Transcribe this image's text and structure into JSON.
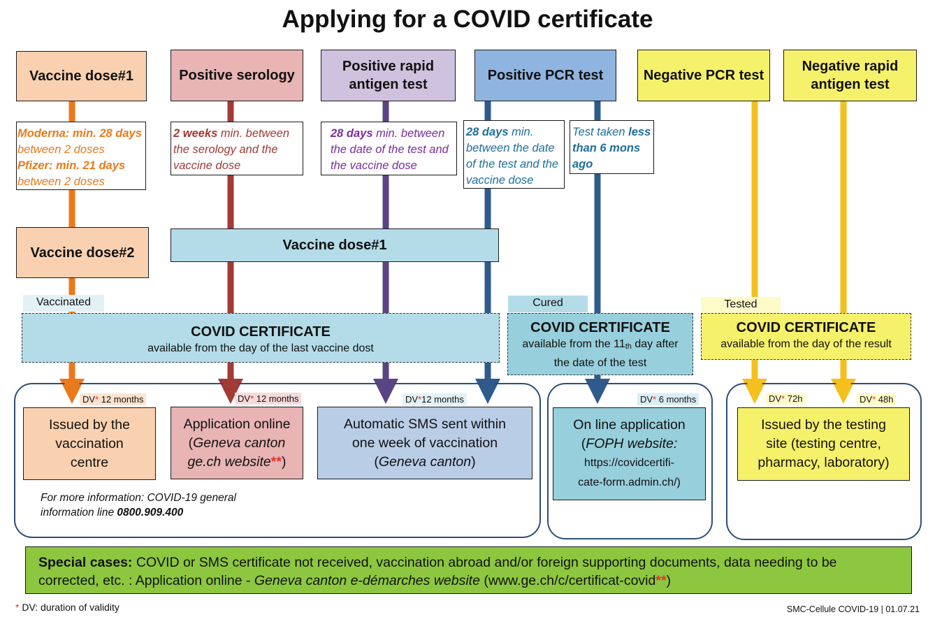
{
  "title": "Applying for a COVID certificate",
  "columns": {
    "vaccine_dose1": {
      "label": "Vaccine dose#1",
      "color": "#fad1b0",
      "line": "#e97a1c"
    },
    "positive_serology": {
      "label": "Positive serology",
      "color": "#e8b4b4",
      "line": "#a23a36"
    },
    "positive_rapid": {
      "label_line1": "Positive rapid",
      "label_line2": "antigen test",
      "color": "#cfc2de",
      "line": "#5b4483"
    },
    "positive_pcr": {
      "label": "Positive PCR test",
      "color": "#8fb4e0",
      "line": "#2f5a8c"
    },
    "negative_pcr": {
      "label": "Negative PCR test",
      "color": "#f6f16b",
      "line": "#f5c01d"
    },
    "negative_rapid": {
      "label_line1": "Negative rapid",
      "label_line2": "antigen test",
      "color": "#f6f16b"
    }
  },
  "rules": {
    "vaccine": {
      "moderna": "Moderna: min. 28 days",
      "moderna_sub": "between 2 doses",
      "pfizer": "Pfizer: min. 21 days",
      "pfizer_sub": "between 2 doses",
      "color": "#e97a1c"
    },
    "serology": {
      "bold": "2 weeks",
      "rest1": " min. between",
      "line2": "the serology and the",
      "line3": "vaccine dose",
      "color": "#a23a36"
    },
    "rapid": {
      "bold": "28 days",
      "rest1": " min. between",
      "line2": "the date of the test and",
      "line3": "the vaccine dose",
      "color": "#7a2ca0"
    },
    "pcr_vaccine": {
      "bold": "28 days",
      "rest1": " min.",
      "line2": "between the date",
      "line3": "of the test and the",
      "line4": "vaccine dose",
      "color": "#1f6f9a"
    },
    "pcr_cured": {
      "line1a": "Test taken ",
      "line1b": "less",
      "line2": "than 6 mons",
      "line3": "ago",
      "color": "#1f6f9a"
    }
  },
  "vaccine_dose2": {
    "label": "Vaccine dose#2"
  },
  "vaccine_dose1_shared": {
    "label": "Vaccine dose#1",
    "color": "#b3dce8"
  },
  "tags": {
    "vaccinated": "Vaccinated",
    "cured": "Cured",
    "tested": "Tested"
  },
  "certificates": {
    "vaccinated": {
      "heading": "COVID CERTIFICATE",
      "sub": "available from the day of the last vaccine dost"
    },
    "cured": {
      "heading": "COVID CERTIFICATE",
      "sub_a": "available from the 11",
      "sub_sup": "th",
      "sub_b": " day after",
      "sub_line2": "the date of the test"
    },
    "tested": {
      "heading": "COVID CERTIFICATE",
      "sub": "available from the day of the result"
    }
  },
  "dv": {
    "prefix": "DV",
    "star": "*",
    "centre": " 12 months",
    "online": " 12 months",
    "sms": "12 months",
    "foph": " 6 months",
    "pcr": " 72h",
    "rapid": " 48h"
  },
  "outcomes": {
    "centre": {
      "line1": "Issued by the",
      "line2": "vaccination",
      "line3": "centre"
    },
    "online": {
      "line1": "Application online",
      "line2a": "(",
      "line2b": "Geneva canton",
      "line3a": "ge.ch website",
      "line3b": "**",
      "line3c": ")"
    },
    "sms": {
      "line1": "Automatic SMS sent within",
      "line2": "one week of vaccination",
      "line3a": "(",
      "line3b": "Geneva canton",
      "line3c": ")"
    },
    "foph": {
      "line1": "On line application",
      "line2a": "(",
      "line2b": "FOPH website:",
      "line3": "https://covidcertifi-",
      "line4": "cate-form.admin.ch/)"
    },
    "testing": {
      "line1": "Issued by the testing",
      "line2": "site (testing centre,",
      "line3": "pharmacy, laboratory)"
    }
  },
  "info": {
    "line1": "For more information: COVID-19 general",
    "line2a": "information line ",
    "line2b": "0800.909.400"
  },
  "special": {
    "bold": "Special cases:",
    "text1": " COVID or SMS certificate not received, vaccination abroad and/or foreign supporting documents, data needing to be",
    "text2": "corrected, etc. : Application online - ",
    "italic": "Geneva canton e-démarches website",
    "text3": " (www.ge.ch/c/certificat-covid",
    "stars": "**",
    "text4": ")",
    "color": "#8dc73f"
  },
  "footnote": {
    "star": "*",
    "text": " DV: duration of validity"
  },
  "credit": "SMC-Cellule COVID-19 | 01.07.21"
}
